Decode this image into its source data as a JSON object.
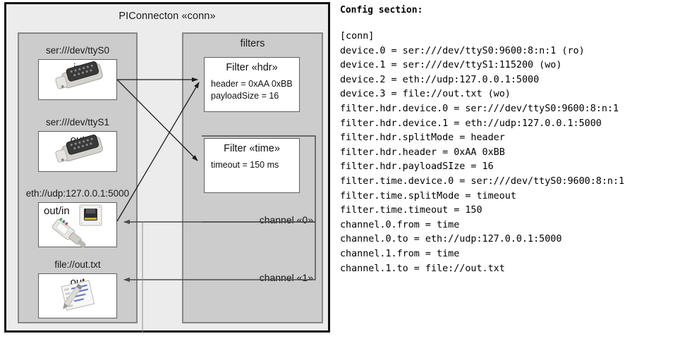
{
  "diagram": {
    "title": "PIConnecton «conn»",
    "devices_panel": {
      "devices": [
        {
          "label": "ser:///dev/ttyS0",
          "word": "in",
          "icon": "serial-connector-icon"
        },
        {
          "label": "ser:///dev/ttyS1",
          "word": "out",
          "icon": "serial-connector-icon"
        },
        {
          "label": "eth://udp:127.0.0.1:5000",
          "word": "out/in",
          "icon": "network-jack-icon"
        },
        {
          "label": "file://out.txt",
          "word": "out",
          "icon": "text-file-icon"
        }
      ]
    },
    "filters_panel": {
      "title": "filters",
      "filters": [
        {
          "title": "Filter «hdr»",
          "attrs": [
            "header = 0xAA 0xBB",
            "payloadSize = 16"
          ]
        },
        {
          "title": "Filter «time»",
          "attrs": [
            "timeout = 150 ms"
          ]
        }
      ],
      "channels": [
        {
          "label": "channel «0»"
        },
        {
          "label": "channel «1»"
        }
      ]
    },
    "colors": {
      "outer_bg": "#ececec",
      "panel_bg": "#cccccc",
      "panel_border": "#878787",
      "box_border": "#606060",
      "outer_border": "#111111",
      "arrow": "#1a1a1a"
    }
  },
  "config": {
    "heading": "Config section:",
    "lines": [
      "[conn]",
      "device.0 = ser:///dev/ttyS0:9600:8:n:1 (ro)",
      "device.1 = ser:///dev/ttyS1:115200 (wo)",
      "device.2 = eth://udp:127.0.0.1:5000",
      "device.3 = file://out.txt (wo)",
      "filter.hdr.device.0 = ser:///dev/ttyS0:9600:8:n:1",
      "filter.hdr.device.1 = eth://udp:127.0.0.1:5000",
      "filter.hdr.splitMode = header",
      "filter.hdr.header = 0xAA 0xBB",
      "filter.hdr.payloadSIze = 16",
      "filter.time.device.0 = ser:///dev/ttyS0:9600:8:n:1",
      "filter.time.splitMode = timeout",
      "filter.time.timeout = 150",
      "channel.0.from = time",
      "channel.0.to = eth://udp:127.0.0.1:5000",
      "channel.1.from = time",
      "channel.1.to = file://out.txt"
    ]
  }
}
